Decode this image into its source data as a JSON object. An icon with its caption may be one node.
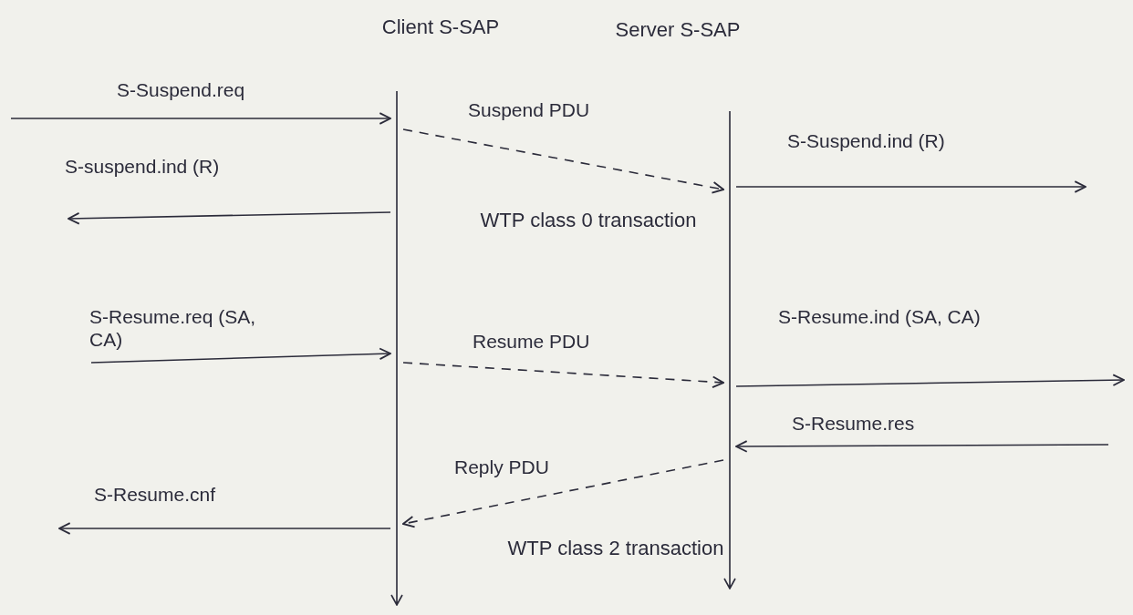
{
  "diagram": {
    "nodes": [
      {
        "text": [
          "Client S-SAP"
        ]
      },
      {
        "text": [
          "Server S-SAP"
        ]
      }
    ],
    "edges": [
      {
        "from": null,
        "to": 0,
        "arrow": "to",
        "label": "S-Suspend.req"
      },
      {
        "from": 0,
        "to": null,
        "arrow": "to",
        "label": "S-suspend.ind (R)"
      },
      {
        "from": 0,
        "to": 1,
        "arrow": "to",
        "label": "Suspend PDU",
        "style": "dashed"
      },
      {
        "from": 1,
        "to": null,
        "arrow": "to",
        "label": "S-Suspend.ind (R)"
      },
      {
        "from": null,
        "to": 0,
        "arrow": "to",
        "label": "S-Resume.req (SA, CA)"
      },
      {
        "from": 0,
        "to": 1,
        "arrow": "to",
        "label": "Resume PDU",
        "style": "dashed"
      },
      {
        "from": 1,
        "to": null,
        "arrow": "to",
        "label": "S-Resume.ind (SA, CA)"
      },
      {
        "from": null,
        "to": 1,
        "arrow": "to",
        "label": "S-Resume.res"
      },
      {
        "from": 1,
        "to": 0,
        "arrow": "to",
        "label": "Reply PDU",
        "style": "dashed"
      },
      {
        "from": 0,
        "to": null,
        "arrow": "to",
        "label": "S-Resume.cnf"
      }
    ],
    "labels": [
      "WTP class 0 transaction",
      "WTP class 2 transaction"
    ]
  }
}
